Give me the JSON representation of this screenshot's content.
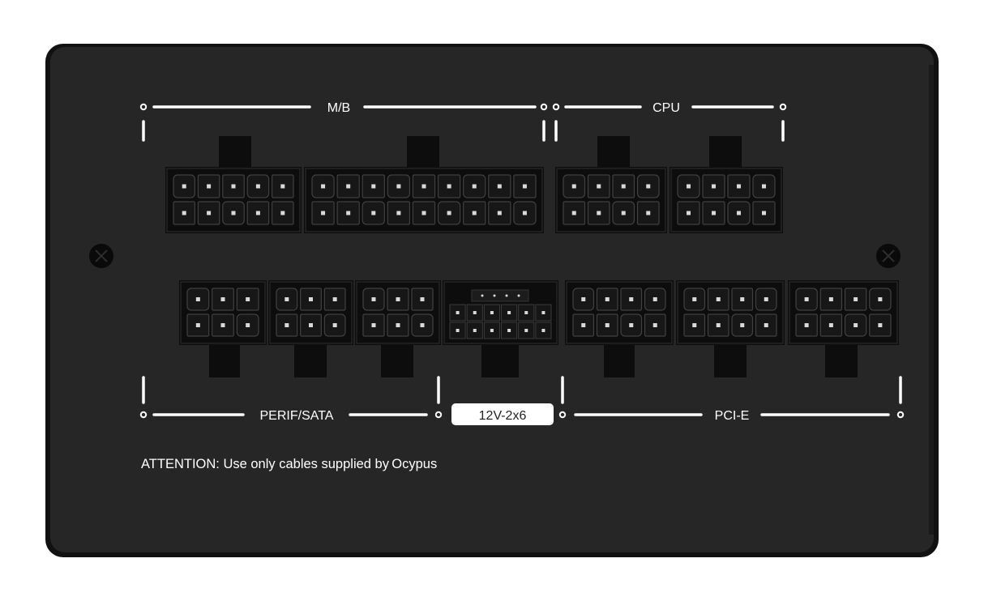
{
  "labels": {
    "mb": "M/B",
    "cpu": "CPU",
    "perif_sata": "PERIF/SATA",
    "v12": "12V-2x6",
    "pcie": "PCI-E",
    "attention": "ATTENTION: Use only cables supplied by Ocypus"
  },
  "colors": {
    "panel": "#262626",
    "connector": "#0d0d0d",
    "pin": "#d9d9d9",
    "ink": "#ffffff",
    "badge_text": "#222222"
  },
  "connectors": {
    "top": [
      {
        "id": "mb-10pin",
        "group": "M/B",
        "cols": 5,
        "rows": 2
      },
      {
        "id": "mb-18pin",
        "group": "M/B",
        "cols": 9,
        "rows": 2
      },
      {
        "id": "cpu-1",
        "group": "CPU",
        "cols": 4,
        "rows": 2
      },
      {
        "id": "cpu-2",
        "group": "CPU",
        "cols": 4,
        "rows": 2
      }
    ],
    "bottom": [
      {
        "id": "perif-1",
        "group": "PERIF/SATA",
        "cols": 3,
        "rows": 2
      },
      {
        "id": "perif-2",
        "group": "PERIF/SATA",
        "cols": 3,
        "rows": 2
      },
      {
        "id": "perif-3",
        "group": "PERIF/SATA",
        "cols": 3,
        "rows": 2
      },
      {
        "id": "12v-2x6",
        "group": "12V-2x6",
        "cols": 6,
        "rows": 2
      },
      {
        "id": "pcie-1",
        "group": "PCI-E",
        "cols": 4,
        "rows": 2
      },
      {
        "id": "pcie-2",
        "group": "PCI-E",
        "cols": 4,
        "rows": 2
      },
      {
        "id": "pcie-3",
        "group": "PCI-E",
        "cols": 4,
        "rows": 2
      }
    ]
  }
}
